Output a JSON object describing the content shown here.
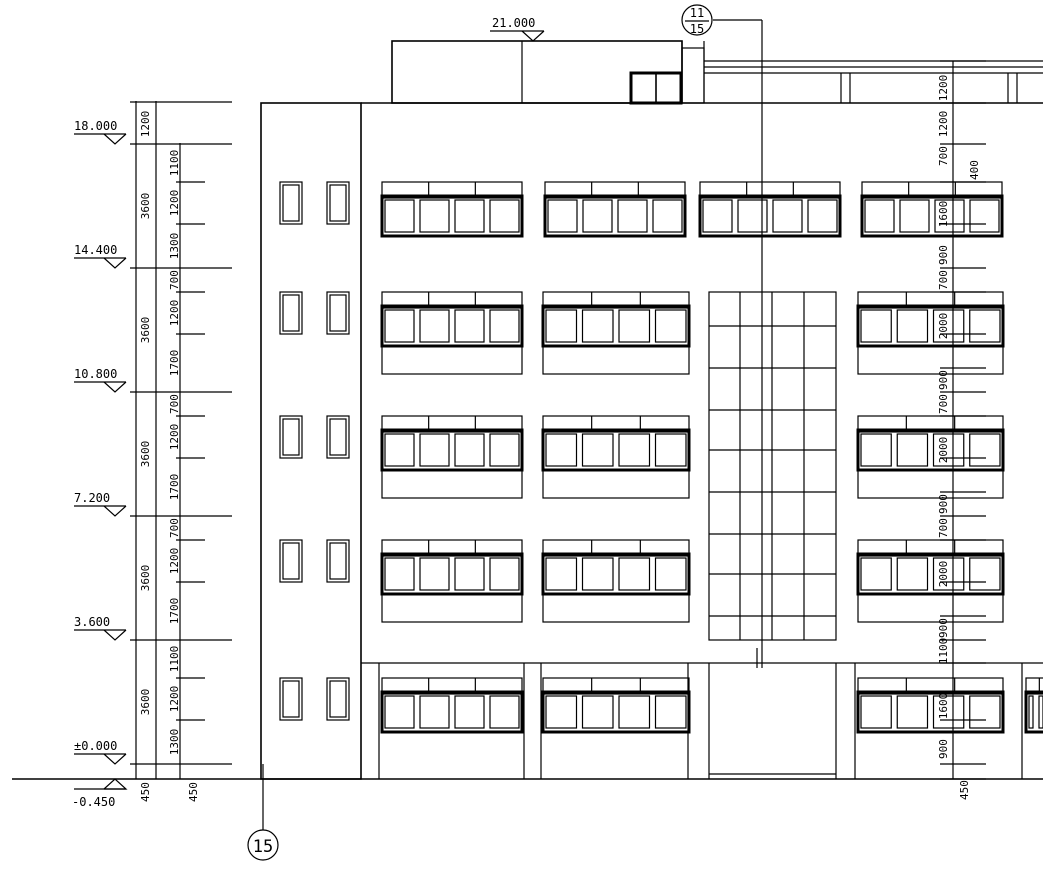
{
  "drawing": {
    "roof_level": "21.000",
    "section_ref": {
      "top": "11",
      "bottom": "15"
    },
    "axis_label": "15",
    "levels": [
      {
        "id": "l18",
        "label": "18.000"
      },
      {
        "id": "l144",
        "label": "14.400"
      },
      {
        "id": "l108",
        "label": "10.800"
      },
      {
        "id": "l72",
        "label": "7.200"
      },
      {
        "id": "l36",
        "label": "3.600"
      },
      {
        "id": "l0",
        "label": "±0.000"
      },
      {
        "id": "lm045",
        "label": "-0.450"
      }
    ],
    "left_dims": {
      "outer": [
        "1200",
        "3600",
        "3600",
        "3600",
        "3600",
        "3600",
        "450"
      ],
      "inner": [
        "1100",
        "1200",
        "1300",
        "700",
        "1200",
        "1700",
        "700",
        "1200",
        "1700",
        "700",
        "1200",
        "1700",
        "1100",
        "1200",
        "1300",
        "450"
      ]
    },
    "right_dims": [
      "1200",
      "1200",
      "700",
      "400",
      "1600",
      "900",
      "700",
      "2000",
      "900",
      "700",
      "2000",
      "900",
      "700",
      "2000",
      "900",
      "1100",
      "1600",
      "900",
      "450"
    ]
  }
}
